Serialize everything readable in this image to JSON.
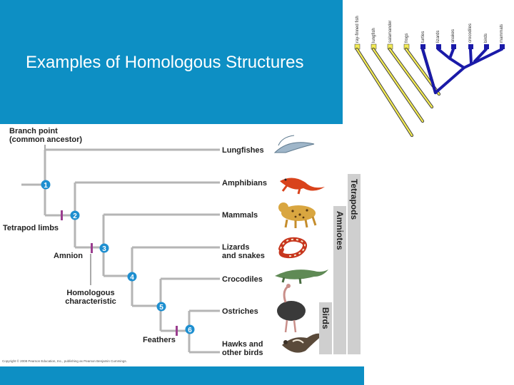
{
  "slide": {
    "title": "Examples of Homologous Structures"
  },
  "top_tree": {
    "taxa": [
      "ray-finned fish",
      "lungfish",
      "salamander",
      "frogs",
      "turtles",
      "lizards",
      "snakes",
      "crocodiles",
      "birds",
      "mammals"
    ],
    "colors": {
      "outgroup": "#f2ea55",
      "amniote": "#1a1aa8"
    }
  },
  "figure": {
    "branch_point_label": "Branch point\n(common ancestor)",
    "branch_point_line1": "Branch point",
    "branch_point_line2": "(common ancestor)",
    "taxa": [
      {
        "name": "Lungfishes",
        "animal": "lungfish-image"
      },
      {
        "name": "Amphibians",
        "animal": "salamander-image"
      },
      {
        "name": "Mammals",
        "animal": "leopard-image"
      },
      {
        "name_line1": "Lizards",
        "name_line2": "and snakes",
        "animal": "snake-image"
      },
      {
        "name": "Crocodiles",
        "animal": "crocodile-image"
      },
      {
        "name": "Ostriches",
        "animal": "ostrich-image"
      },
      {
        "name_line1": "Hawks and",
        "name_line2": "other birds",
        "animal": "hawk-image"
      }
    ],
    "nodes": [
      "1",
      "2",
      "3",
      "4",
      "5",
      "6"
    ],
    "characters": {
      "tetrapod_limbs": "Tetrapod limbs",
      "amnion": "Amnion",
      "feathers": "Feathers",
      "homologous_line1": "Homologous",
      "homologous_line2": "characteristic"
    },
    "groups": {
      "tetrapods": "Tetrapods",
      "amniotes": "Amniotes",
      "birds": "Birds"
    },
    "copyright": "Copyright © 2008 Pearson Education, Inc., publishing as Pearson Benjamin Cummings.",
    "colors": {
      "node_circle": "#1e8fd0",
      "char_bar": "#9b3d8f",
      "group_bar": "#cfcfcf",
      "tree_line": "#b5b5b5"
    }
  }
}
